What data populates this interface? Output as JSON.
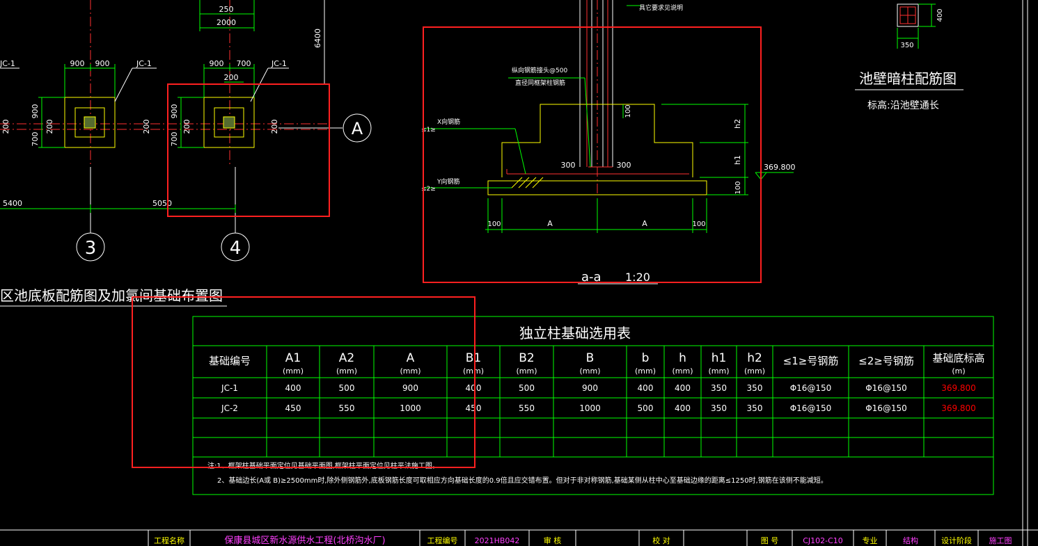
{
  "plan": {
    "dims": [
      "250",
      "2000",
      "6400",
      "900",
      "900",
      "900",
      "700",
      "200",
      "900",
      "700",
      "200",
      "200",
      "900",
      "700",
      "200",
      "200",
      "200",
      "5400",
      "5050"
    ],
    "labels": [
      "JC-1",
      "JC-1",
      "JC-1"
    ],
    "axes": [
      "A",
      "3",
      "4"
    ],
    "title": "区池底板配筋图及加氯间基础布置图"
  },
  "section": {
    "title": "a-a",
    "scale": "1:20",
    "notes": [
      "具它要求见说明",
      "纵向钢筋接头@500",
      "直径同框架柱钢筋",
      "X向钢筋",
      "Y向钢筋"
    ],
    "markers": [
      "≤1≥",
      "≤2≥"
    ],
    "dims": [
      "300",
      "300",
      "100",
      "h2",
      "h1",
      "100",
      "100",
      "A",
      "A",
      "100"
    ],
    "elevation": "369.800"
  },
  "column_detail": {
    "dims": [
      "400",
      "350"
    ],
    "title": "池壁暗柱配筋图",
    "subtitle": "标高:沿池壁通长"
  },
  "table": {
    "title": "独立柱基础选用表",
    "headers": [
      {
        "main": "基础编号",
        "unit": ""
      },
      {
        "main": "A1",
        "unit": "(mm)"
      },
      {
        "main": "A2",
        "unit": "(mm)"
      },
      {
        "main": "A",
        "unit": "(mm)"
      },
      {
        "main": "B1",
        "unit": "(mm)"
      },
      {
        "main": "B2",
        "unit": "(mm)"
      },
      {
        "main": "B",
        "unit": "(mm)"
      },
      {
        "main": "b",
        "unit": "(mm)"
      },
      {
        "main": "h",
        "unit": "(mm)"
      },
      {
        "main": "h1",
        "unit": "(mm)"
      },
      {
        "main": "h2",
        "unit": "(mm)"
      },
      {
        "main": "≤1≥号钢筋",
        "unit": ""
      },
      {
        "main": "≤2≥号钢筋",
        "unit": ""
      },
      {
        "main": "基础底标高",
        "unit": "(m)"
      }
    ],
    "rows": [
      [
        "JC-1",
        "400",
        "500",
        "900",
        "400",
        "500",
        "900",
        "400",
        "400",
        "350",
        "350",
        "Φ16@150",
        "Φ16@150",
        "369.800"
      ],
      [
        "JC-2",
        "450",
        "550",
        "1000",
        "450",
        "550",
        "1000",
        "500",
        "400",
        "350",
        "350",
        "Φ16@150",
        "Φ16@150",
        "369.800"
      ],
      [
        "",
        "",
        "",
        "",
        "",
        "",
        "",
        "",
        "",
        "",
        "",
        "",
        "",
        ""
      ],
      [
        "",
        "",
        "",
        "",
        "",
        "",
        "",
        "",
        "",
        "",
        "",
        "",
        "",
        ""
      ]
    ],
    "notes": [
      "注:1、框架柱基础平面定位见基础平面图,框架柱平面定位见柱平法施工图。",
      "2、基础边长(A或 B)≥2500mm时,除外侧钢筋外,底板钢筋长度可取相应方向基础长度的0.9倍且应交错布置。但对于非对称钢筋,基础某侧从柱中心至基础边缘的距离≤1250时,钢筋在该侧不能减短。"
    ]
  },
  "titleblock": {
    "cells": [
      "工程名称",
      "保康县城区新水源供水工程(北桥沟水厂)",
      "工程编号",
      "2021HB042",
      "审 核",
      "",
      "校 对",
      "",
      "图 号",
      "CJ102-C10",
      "专业",
      "结构",
      "设计阶段",
      "施工图"
    ]
  },
  "colors": {
    "bg": "#000000",
    "green": "#00ff00",
    "white": "#ffffff",
    "red_line": "#ff2020",
    "yellow": "#ffff00",
    "magenta": "#ff40ff",
    "red_text": "#ff0000",
    "dashdot": "#ff0000"
  }
}
